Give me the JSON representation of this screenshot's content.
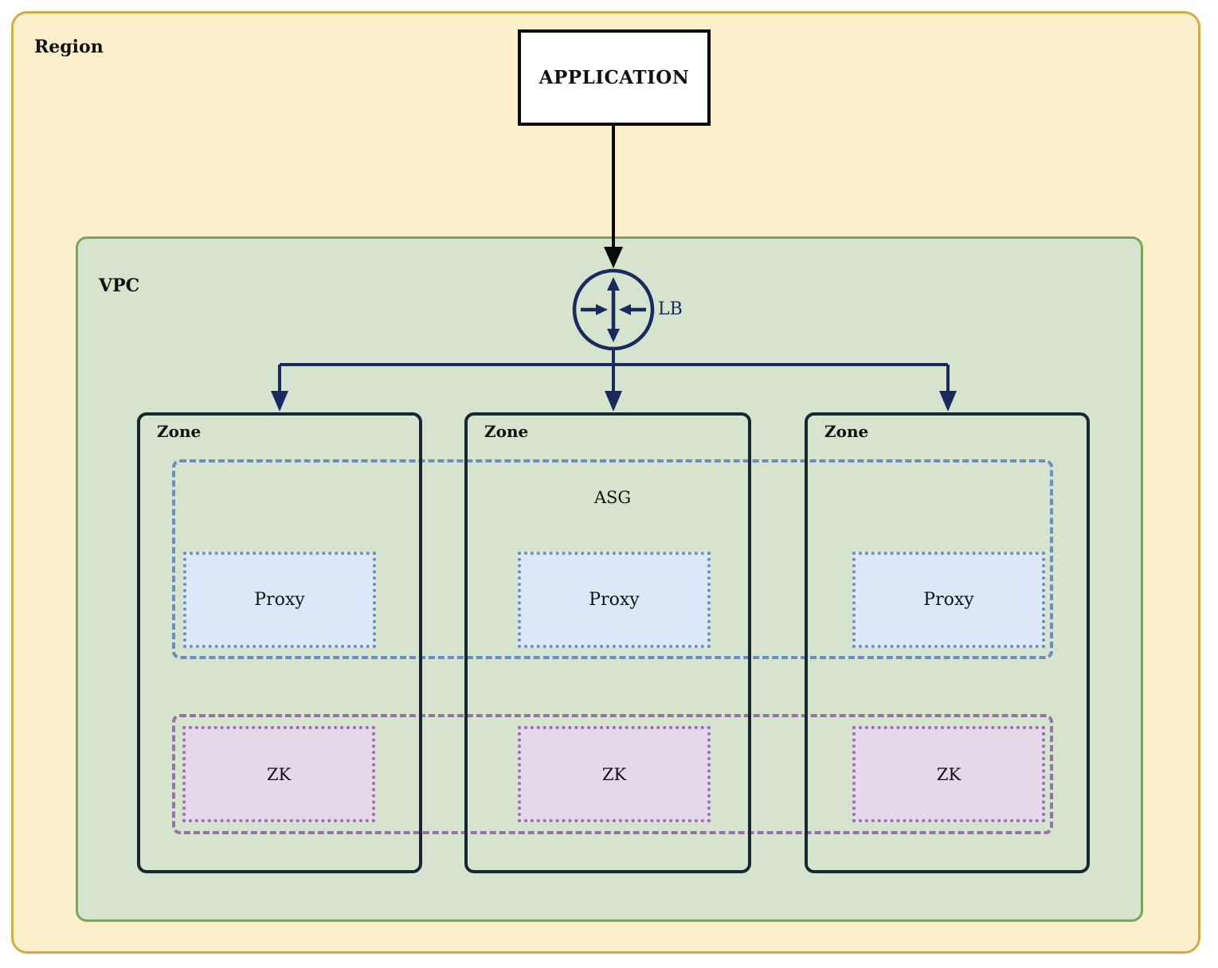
{
  "diagram": {
    "region": {
      "label": "Region"
    },
    "application": {
      "label": "APPLICATION"
    },
    "vpc": {
      "label": "VPC"
    },
    "load_balancer": {
      "label": "LB",
      "icon": "load-balancer-icon"
    },
    "asg": {
      "label": "ASG"
    },
    "zones": [
      {
        "label": "Zone",
        "proxy": {
          "label": "Proxy"
        },
        "zk": {
          "label": "ZK"
        }
      },
      {
        "label": "Zone",
        "proxy": {
          "label": "Proxy"
        },
        "zk": {
          "label": "ZK"
        }
      },
      {
        "label": "Zone",
        "proxy": {
          "label": "Proxy"
        },
        "zk": {
          "label": "ZK"
        }
      }
    ],
    "colors": {
      "region_fill": "#fcf0cc",
      "region_border": "#d1ab48",
      "vpc_fill": "#d5e3cf",
      "vpc_border": "#79a55e",
      "zone_border": "#1a2733",
      "asg_group_border": "#6c8ebf",
      "proxy_fill": "#dce8f8",
      "proxy_border": "#6c8ebf",
      "zk_group_border": "#9673a6",
      "zk_fill": "#e6d8eb",
      "connector_navy": "#1b2a5c",
      "connector_black": "#0a0a0a",
      "application_fill": "#ffffff"
    }
  }
}
